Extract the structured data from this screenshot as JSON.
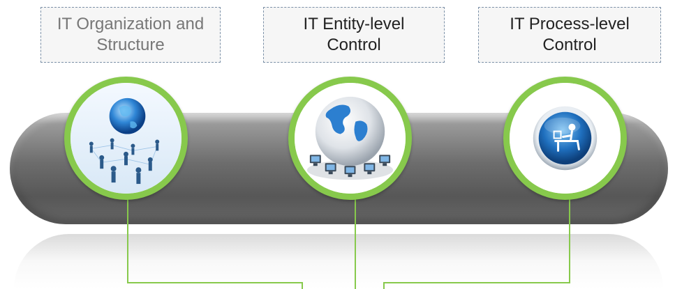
{
  "diagram": {
    "nodes": [
      {
        "id": "it-organization",
        "label": "IT Organization and Structure",
        "image": "people-network-globe-icon"
      },
      {
        "id": "it-entity-level",
        "label": "IT Entity-level Control",
        "image": "globe-computers-icon"
      },
      {
        "id": "it-process-level",
        "label": "IT Process-level Control",
        "image": "person-at-desk-icon"
      }
    ],
    "connector_color": "#87c94c",
    "ring_color": "#87c94c"
  }
}
